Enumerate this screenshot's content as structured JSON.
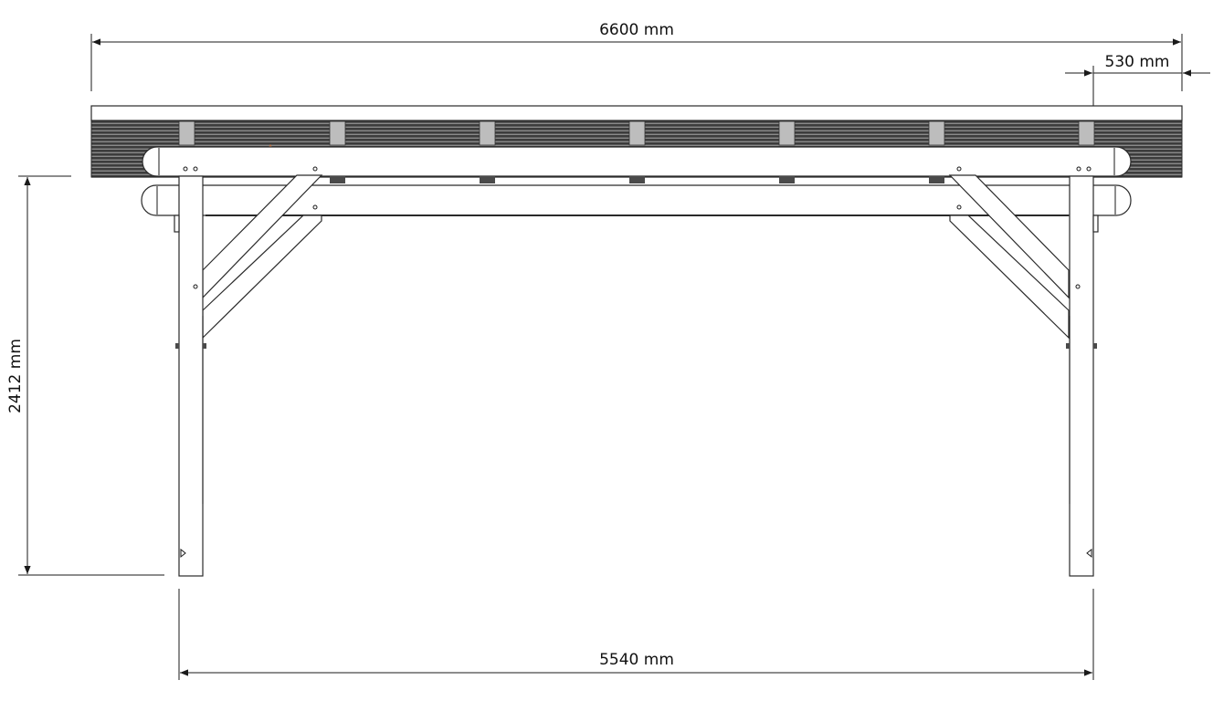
{
  "dimensions": {
    "overall_width": "6600 mm",
    "overhang": "530 mm",
    "height": "2412 mm",
    "post_spacing": "5540 mm"
  },
  "colors": {
    "line": "#1a1a1a",
    "roof_panel": "#3c3c3c",
    "bracket": "#c8c8c8",
    "timber": "#ffffff"
  }
}
